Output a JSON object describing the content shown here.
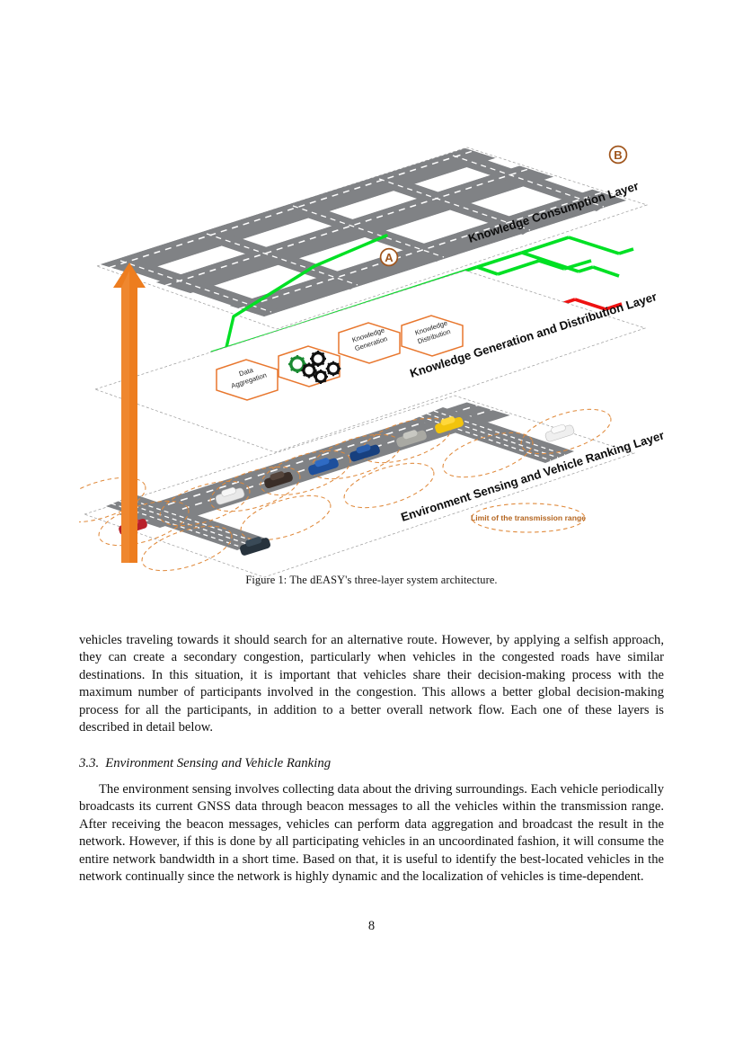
{
  "document": {
    "page_number": "8"
  },
  "figure": {
    "caption": "Figure 1: The dEASY's three-layer system architecture.",
    "layers": [
      {
        "id": "top",
        "label": "Knowledge Consumption Layer"
      },
      {
        "id": "middle",
        "label": "Knowledge Generation and Distribution Layer"
      },
      {
        "id": "bottom",
        "label": "Environment Sensing and Vehicle Ranking Layer"
      }
    ],
    "route_markers": [
      {
        "name": "origin-marker",
        "label": "A"
      },
      {
        "name": "destination-marker",
        "label": "B"
      }
    ],
    "hexagons": [
      {
        "name": "data-aggregation",
        "line1": "Data",
        "line2": "Aggregation"
      },
      {
        "name": "gears",
        "line1": "",
        "line2": ""
      },
      {
        "name": "knowledge-generation",
        "line1": "Knowledge",
        "line2": "Generation"
      },
      {
        "name": "knowledge-distribution",
        "line1": "Knowledge",
        "line2": "Distribution"
      }
    ],
    "annotations": {
      "transmission_range": "Limit of the transmission range"
    },
    "colors": {
      "road": "#808285",
      "route_good": "#00dd22",
      "route_congested": "#ee1111",
      "accent_orange": "#ed7d1f",
      "hex_outline": "#e8772e",
      "marker": "#a0551c",
      "gear_green": "#1a8a32",
      "gear_dark": "#111111"
    },
    "vehicles": [
      {
        "name": "car-red",
        "color": "#b9202a"
      },
      {
        "name": "car-white-1",
        "color": "#e9e9e9"
      },
      {
        "name": "car-dark-brown",
        "color": "#3a2e28"
      },
      {
        "name": "car-blue-1",
        "color": "#1d4f9c"
      },
      {
        "name": "car-blue-2",
        "color": "#17407f"
      },
      {
        "name": "car-silver",
        "color": "#a9a9a3"
      },
      {
        "name": "car-yellow",
        "color": "#f2c40d"
      },
      {
        "name": "car-white-2",
        "color": "#efefef"
      },
      {
        "name": "car-navy",
        "color": "#27333d"
      }
    ]
  },
  "text": {
    "paragraph_1": "vehicles traveling towards it should search for an alternative route. However, by applying a selfish approach, they can create a secondary congestion, particularly when vehicles in the congested roads have similar destinations. In this situation, it is important that vehicles share their decision-making process with the maximum number of participants involved in the congestion. This allows a better global decision-making process for all the participants, in addition to a better overall network flow. Each one of these layers is described in detail below.",
    "section_number": "3.3.",
    "section_title": "Environment Sensing and Vehicle Ranking",
    "paragraph_2": "The environment sensing involves collecting data about the driving surroundings. Each vehicle periodically broadcasts its current GNSS data through beacon messages to all the vehicles within the transmission range. After receiving the beacon messages, vehicles can perform data aggregation and broadcast the result in the network. However, if this is done by all participating vehicles in an uncoordinated fashion, it will consume the entire network bandwidth in a short time. Based on that, it is useful to identify the best-located vehicles in the network continually since the network is highly dynamic and the localization of vehicles is time-dependent."
  }
}
